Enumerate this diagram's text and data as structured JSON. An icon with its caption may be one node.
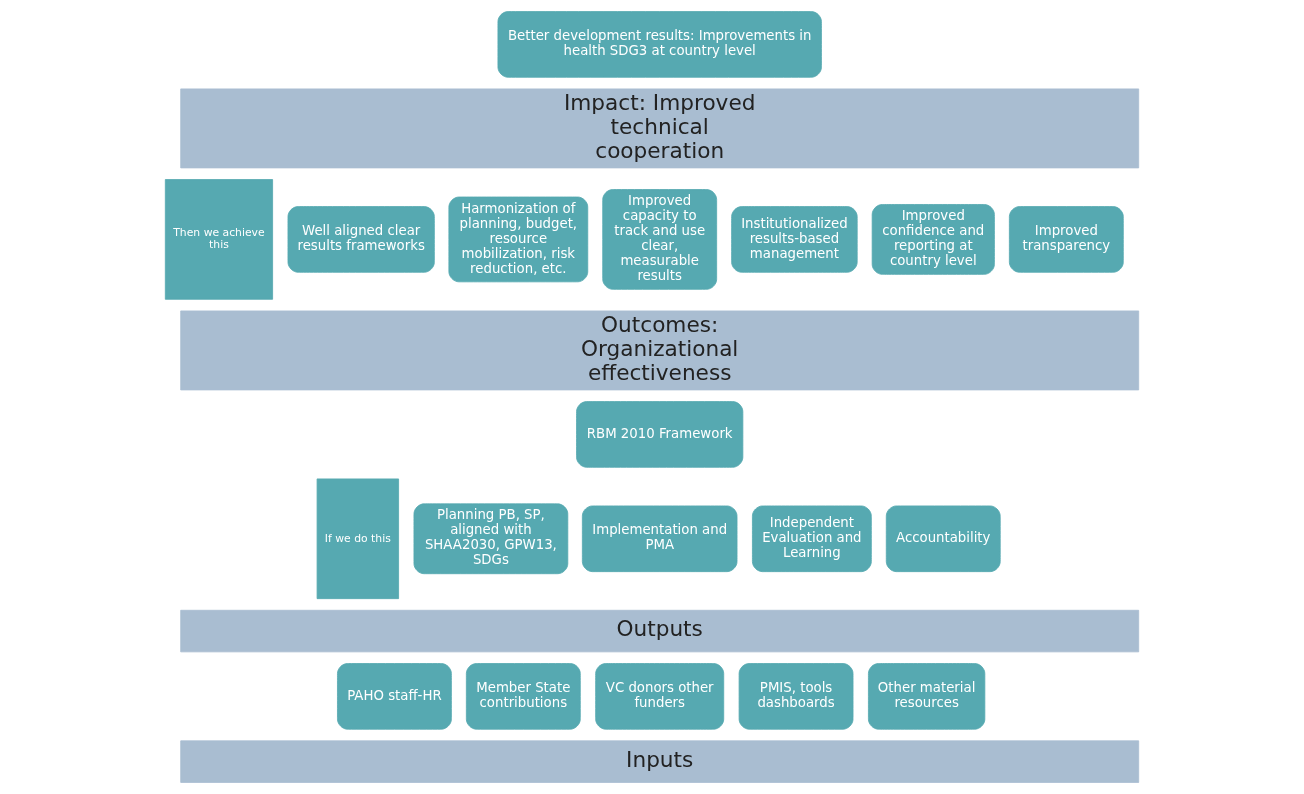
{
  "diagram": {
    "nodes": [
      {
        "text": [
          "Better development results: Improvements in health SDG3 at country level"
        ]
      },
      {
        "text": [
          "Impact: Improved technical cooperation"
        ]
      },
      {
        "text": [
          "Well aligned clear results frameworks"
        ]
      },
      {
        "text": [
          "Harmonization of planning, budget, resource mobilization, risk reduction, etc."
        ]
      },
      {
        "text": [
          "Improved capacity to track and use clear, measurable results"
        ]
      },
      {
        "text": [
          "Institutionalized results-based management"
        ]
      },
      {
        "text": [
          "Improved confidence and reporting at country level"
        ]
      },
      {
        "text": [
          "Improved transparency"
        ]
      },
      {
        "text": [
          "Outcomes: Organizational effectiveness"
        ]
      },
      {
        "text": [
          "RBM 2010 Framework"
        ]
      },
      {
        "text": [
          "Planning PB, SP, aligned with SHAA2030, GPW13, SDGs"
        ]
      },
      {
        "text": [
          "Implementation and PMA"
        ]
      },
      {
        "text": [
          "Independent Evaluation and Learning"
        ]
      },
      {
        "text": [
          "Accountability"
        ]
      },
      {
        "text": [
          "Outputs"
        ]
      },
      {
        "text": [
          "PAHO staff-HR"
        ]
      },
      {
        "text": [
          "Member State contributions"
        ]
      },
      {
        "text": [
          "VC donors other funders"
        ]
      },
      {
        "text": [
          "PMIS, tools dashboards"
        ]
      },
      {
        "text": [
          "Other material resources"
        ]
      },
      {
        "text": [
          "Inputs"
        ]
      },
      {
        "text": [
          "Then we achieve this"
        ]
      },
      {
        "text": [
          "If we do this"
        ]
      }
    ],
    "edges": []
  }
}
